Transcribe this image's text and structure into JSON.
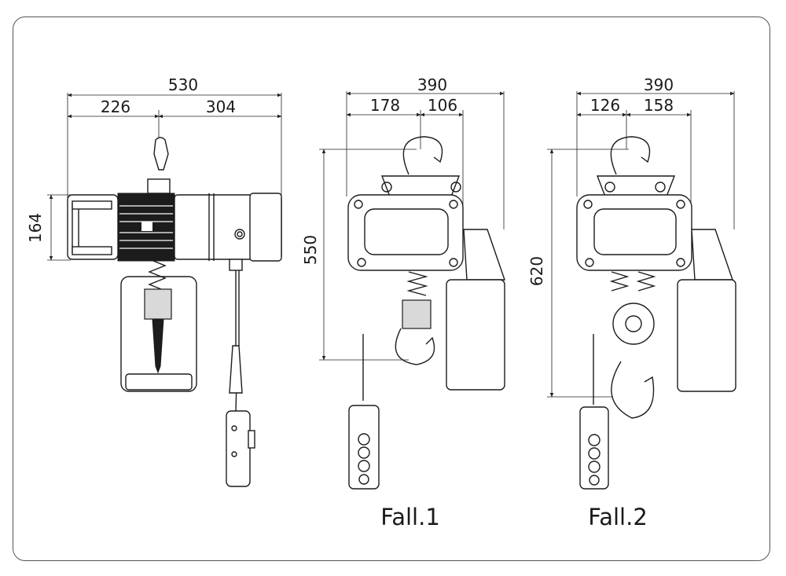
{
  "dimensions": {
    "side_view": {
      "overall_width": "530",
      "left_width": "226",
      "right_width": "304",
      "body_height": "164"
    },
    "fall1": {
      "overall_width": "390",
      "left_width": "178",
      "right_width": "106",
      "height": "550"
    },
    "fall2": {
      "overall_width": "390",
      "left_width": "126",
      "right_width": "158",
      "height": "620"
    }
  },
  "captions": {
    "fall1": "Fall.1",
    "fall2": "Fall.2"
  },
  "icons": [
    "hoist-side-view",
    "hoist-front-view-fall1",
    "hoist-front-view-fall2",
    "pendant-control-icon",
    "hook-icon"
  ],
  "colors": {
    "line": "#1c1c1c",
    "frame": "#555555",
    "background": "#ffffff"
  }
}
